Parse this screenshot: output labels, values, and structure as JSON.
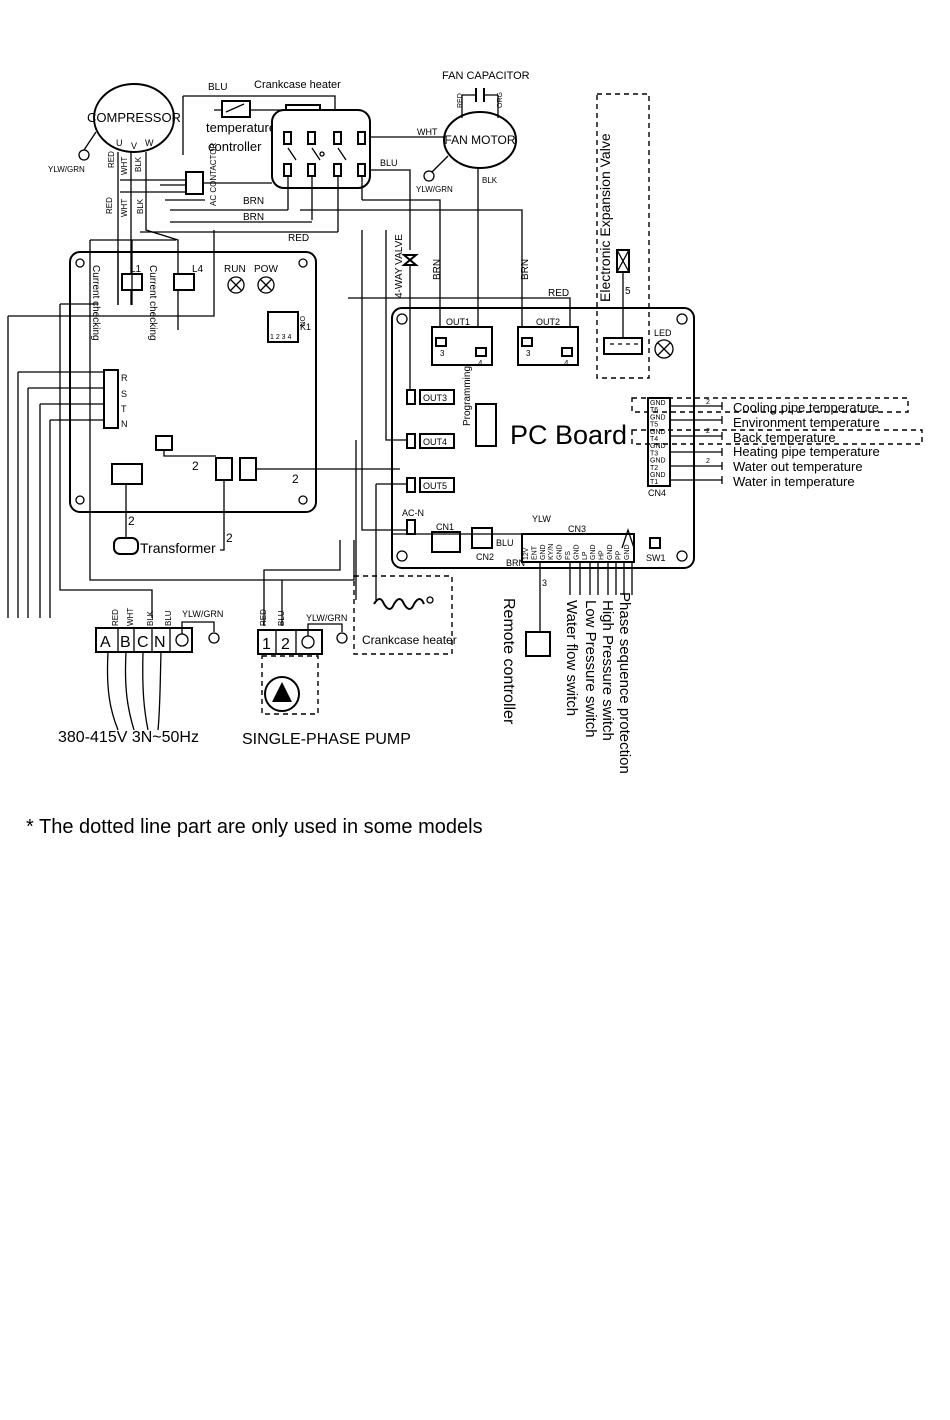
{
  "labels": {
    "compressor": "COMPRESSOR",
    "u": "U",
    "v": "V",
    "w": "W",
    "ylw_grn": "YLW/GRN",
    "red": "RED",
    "wht": "WHT",
    "blk": "BLK",
    "blu": "BLU",
    "brn": "BRN",
    "org": "ORG",
    "ylw": "YLW",
    "crankcase_heater_top": "Crankcase  heater",
    "temperature": "temperature",
    "controller": "controller",
    "ac_contactor": "AC CONTACTOR",
    "fan_capacitor": "FAN CAPACITOR",
    "fan_motor": "FAN MOTOR",
    "four_way_valve": "4-WAY VALVE",
    "eev": "Electronic Expansion Valve",
    "l1": "L1",
    "l4": "L4",
    "current_checking": "Current checking",
    "run": "RUN",
    "pow": "POW",
    "k1": "K1",
    "on": "ON",
    "dip": "1 2 3 4",
    "r": "R",
    "s": "S",
    "t": "T",
    "n": "N",
    "transformer": "Transformer",
    "num_2": "2",
    "num_3": "3",
    "num_4": "4",
    "num_5": "5",
    "num_1": "1",
    "pc_board": "PC Board",
    "out1": "OUT1",
    "out2": "OUT2",
    "out3": "OUT3",
    "out4": "OUT4",
    "out5": "OUT5",
    "led": "LED",
    "programming": "Programming",
    "ac_n": "AC-N",
    "cn1": "CN1",
    "cn2": "CN2",
    "cn3": "CN3",
    "cn4": "CN4",
    "sw1": "SW1",
    "gnd": "GND",
    "t6": "T6",
    "t5": "T5",
    "t4": "T4",
    "t3": "T3",
    "t2": "T2",
    "t1": "T1",
    "cooling_pipe": "Cooling pipe temperature",
    "environment": "Environment temperature",
    "back": "Back temperature",
    "heating_pipe": "Heating pipe temperature",
    "water_out": "Water out temperature",
    "water_in": "Water in temperature",
    "cn3_pins": [
      "12V",
      "ENT",
      "GND",
      "KY/N",
      "GND",
      "FS",
      "GND",
      "LP",
      "GND",
      "HP",
      "GND",
      "PP",
      "GND"
    ],
    "remote_controller": "Remote controller",
    "water_flow_switch": "Water flow switch",
    "low_pressure_switch": "Low Pressure switch",
    "high_pressure_switch": "High Pressure switch",
    "phase_sequence": "Phase sequence protection",
    "crankcase_heater": "Crankcase heater",
    "term_a": "A",
    "term_b": "B",
    "term_c": "C",
    "term_n": "N",
    "term_1": "1",
    "term_2": "2",
    "supply": "380-415V 3N~50Hz",
    "pump": "SINGLE-PHASE PUMP"
  },
  "footnote": "* The dotted line part are only used in some models"
}
